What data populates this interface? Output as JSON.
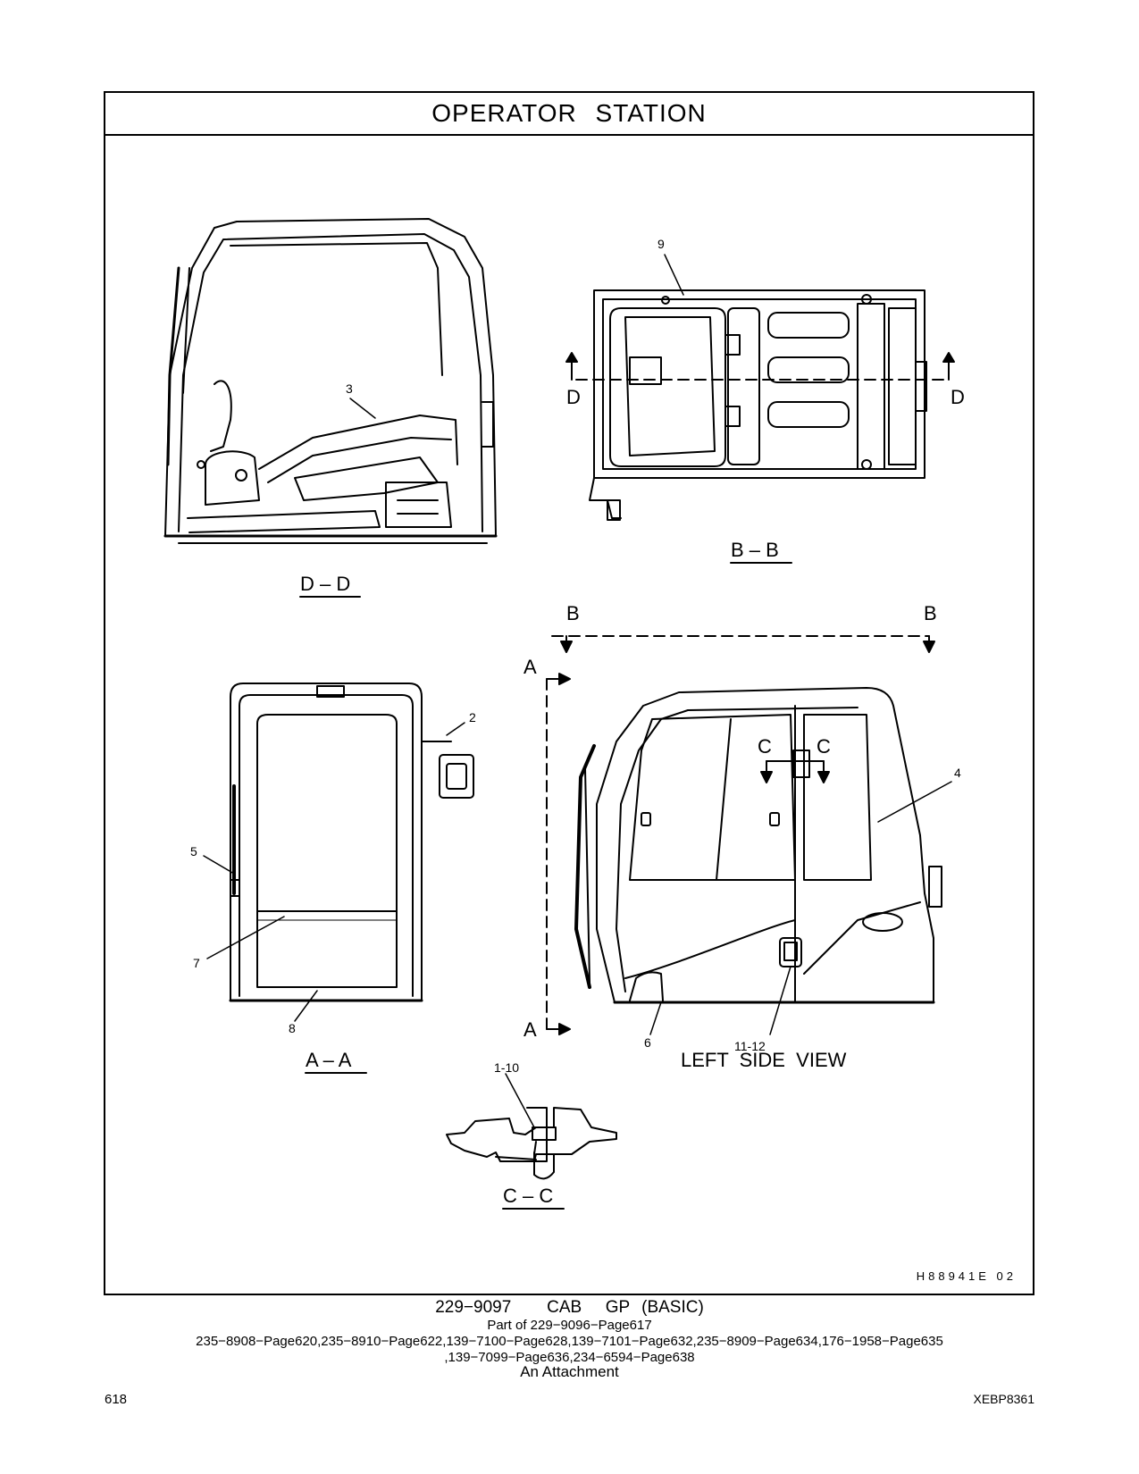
{
  "header": {
    "title": "OPERATOR   STATION"
  },
  "views": {
    "dd": "D – D",
    "bb": "B – B",
    "aa": "A – A",
    "cc": "C – C",
    "left_side": "LEFT  SIDE  VIEW"
  },
  "section_markers": {
    "a": "A",
    "b": "B",
    "c": "C",
    "d": "D"
  },
  "callouts": {
    "c1_10": "1-10",
    "c2": "2",
    "c3": "3",
    "c4": "4",
    "c5": "5",
    "c6": "6",
    "c7": "7",
    "c8": "8",
    "c9": "9",
    "c11_12": "11-12"
  },
  "drawing_ref": "H88941E   02",
  "footer": {
    "title": "229−9097   CAB  GP (BASIC)",
    "line1": "Part of 229−9096−Page617",
    "line2": "235−8908−Page620,235−8910−Page622,139−7100−Page628,139−7101−Page632,235−8909−Page634,176−1958−Page635",
    "line3": ",139−7099−Page636,234−6594−Page638",
    "line4": "An Attachment"
  },
  "page_number": "618",
  "doc_id": "XEBP8361"
}
